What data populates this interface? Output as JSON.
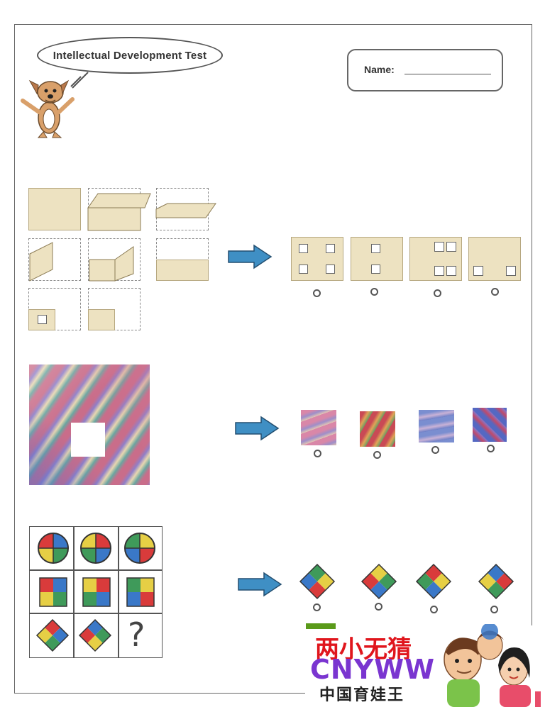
{
  "header": {
    "title": "Intellectual Development Test",
    "name_label": "Name:"
  },
  "questions": [
    {
      "id": 1,
      "topic": "paper-folding",
      "option_count": 4
    },
    {
      "id": 2,
      "topic": "missing-piece",
      "option_count": 4
    },
    {
      "id": 3,
      "topic": "matrix-pattern",
      "option_count": 4,
      "unknown_mark": "?"
    }
  ],
  "colors": {
    "paper": "#ede2c1",
    "arrow": "#3f8fc4",
    "red": "#d93b3b",
    "blue": "#3a78c8",
    "green": "#3f9a5a",
    "yellow": "#e6cf45"
  },
  "watermark": {
    "line1": "两小无猜",
    "line2": "CNYWW",
    "line3": "中国育娃王"
  }
}
